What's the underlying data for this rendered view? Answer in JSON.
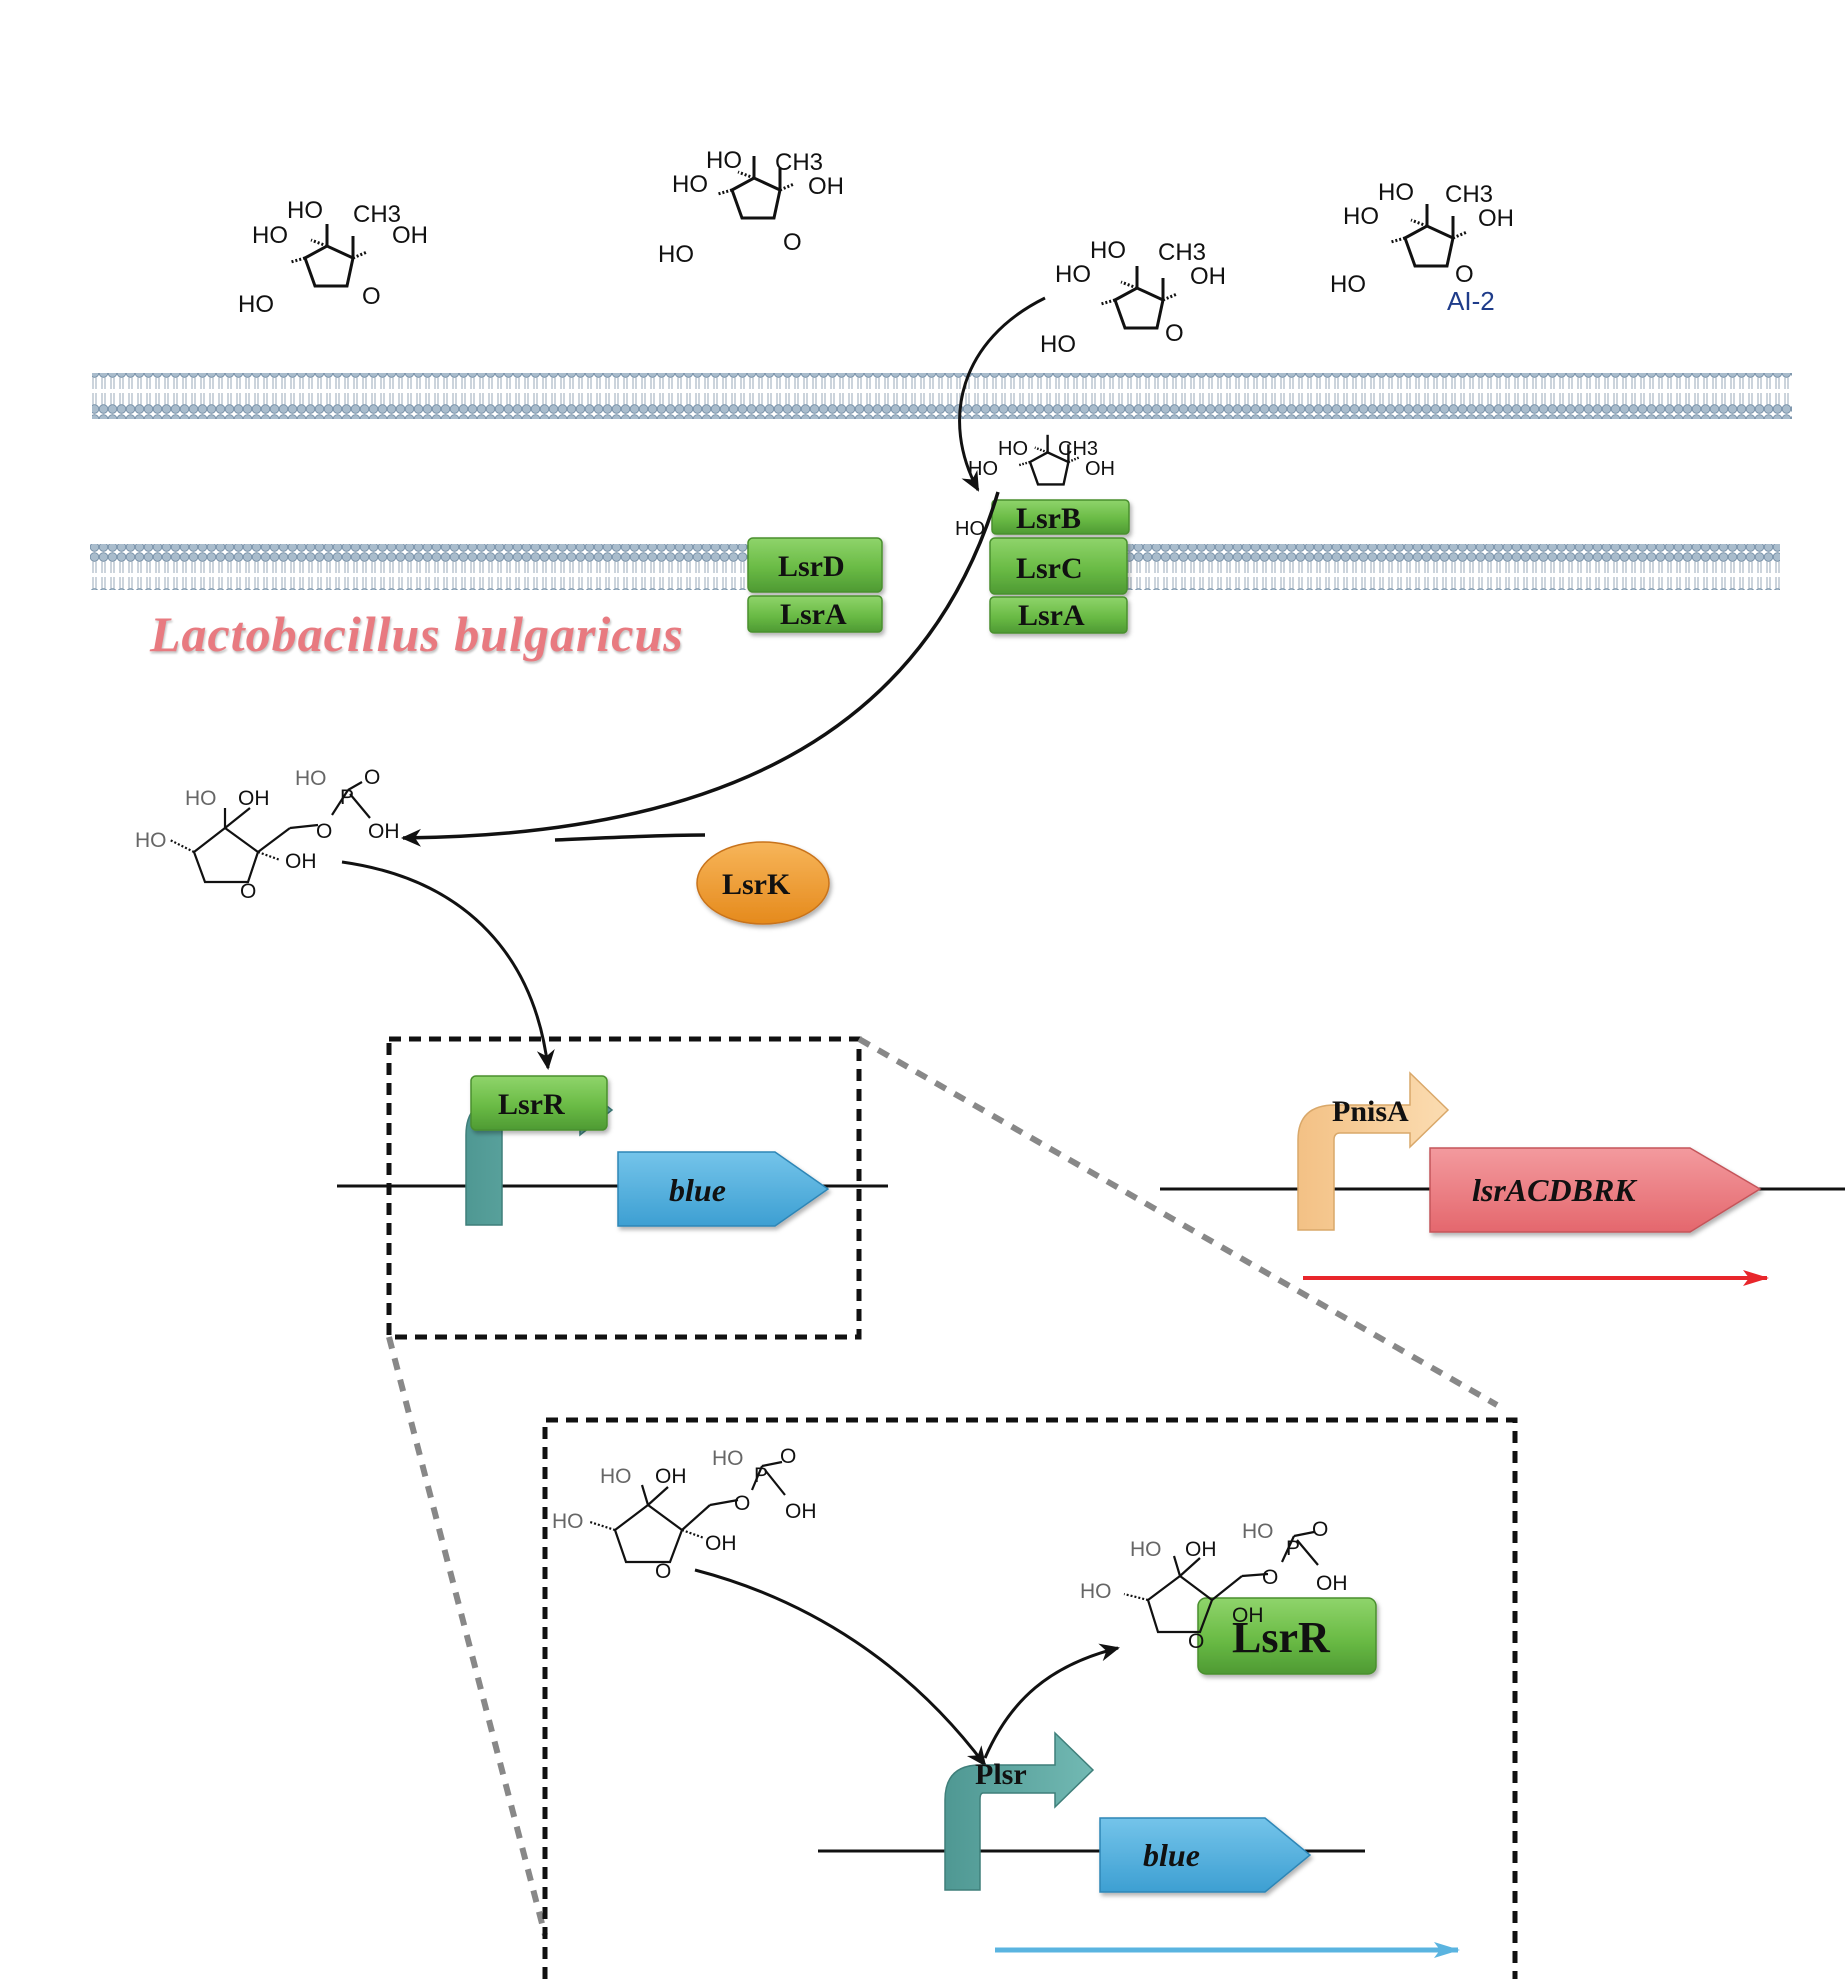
{
  "proteins": {
    "lsrB": "LsrB",
    "lsrC": "LsrC",
    "lsrA_right": "LsrA",
    "lsrD": "LsrD",
    "lsrA_left": "LsrA",
    "lsrK": "LsrK",
    "lsrR_small": "LsrR",
    "lsrR_large": "LsrR"
  },
  "organism": "Lactobacillus bulgaricus",
  "molecule_label": "AI-2",
  "atoms": {
    "ho": "HO",
    "oh": "OH",
    "ch3": "CH3",
    "o": "O",
    "p": "P"
  },
  "genes": {
    "blue_top": "blue",
    "blue_bottom": "blue",
    "lsr_operon": "lsrACDBRK"
  },
  "promoters": {
    "pnisA": "PnisA",
    "plsr": "Plsr"
  },
  "colors": {
    "membrane": "#9fb6c9",
    "green_box": "#6fbf4e",
    "orange_lsrK": "#f29a2e",
    "teal_promoter": "#5fa8a2",
    "peach_promoter": "#f8cf9c",
    "blue_gene": "#5ab4e0",
    "red_gene": "#ee7b80",
    "red_arrow": "#e8262b",
    "blue_arrow": "#5ab4e0",
    "organism_text": "#e87a80",
    "ai2_text": "#1f3c8a"
  }
}
